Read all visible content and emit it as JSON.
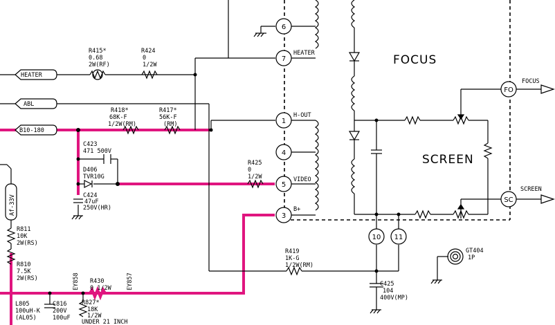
{
  "title_focus": "FOCUS",
  "title_screen": "SCREEN",
  "connectors": {
    "heater": "HEATER",
    "abl": "ABL",
    "b110": "B10-180",
    "af33v": "Af-33V"
  },
  "pins": {
    "p6": "6",
    "p7": "7",
    "p1": "1",
    "p4": "4",
    "p5": "5",
    "p3": "3",
    "p10": "10",
    "p11": "11",
    "fo": "FO",
    "sc": "SC"
  },
  "pin_labels": {
    "heater": "HEATER",
    "hout": "H-OUT",
    "video": "VIDEO",
    "bplus": "B+"
  },
  "outputs": {
    "focus": "FOCUS",
    "screen": "SCREEN"
  },
  "components": {
    "r415": [
      "R415*",
      "0.68",
      "2W(RF)"
    ],
    "r424": [
      "R424",
      "0",
      "1/2W"
    ],
    "r418": [
      "R418*",
      "68K-F",
      "1/2W(RM)"
    ],
    "r417": [
      "R417*",
      "56K-F",
      "(RM)"
    ],
    "c423": [
      "C423",
      "471 500V"
    ],
    "d406": [
      "D406",
      "TVR10G"
    ],
    "c424": [
      "C424",
      "47uF",
      "250V(HR)"
    ],
    "r425": [
      "R425",
      "0",
      "1/2W"
    ],
    "r811": [
      "R811",
      "10K",
      "2W(RS)"
    ],
    "r810": [
      "R810",
      "7.5K",
      "2W(RS)"
    ],
    "r419": [
      "R419",
      "1K-G",
      "1/2W(RM)"
    ],
    "r430": [
      "R430",
      "0 1/2W"
    ],
    "ey858": "EY858",
    "ey857": "EY857",
    "l805": [
      "L805",
      "100uH-K",
      "(AL05)"
    ],
    "c816": [
      "C816",
      "200V",
      "100uF"
    ],
    "r827": [
      "R827*",
      "18K",
      "1/2W",
      "UNDER 21 INCH"
    ],
    "c425": [
      "C425",
      "104",
      "400V(MP)"
    ],
    "gt404": [
      "GT404",
      "1P"
    ]
  }
}
